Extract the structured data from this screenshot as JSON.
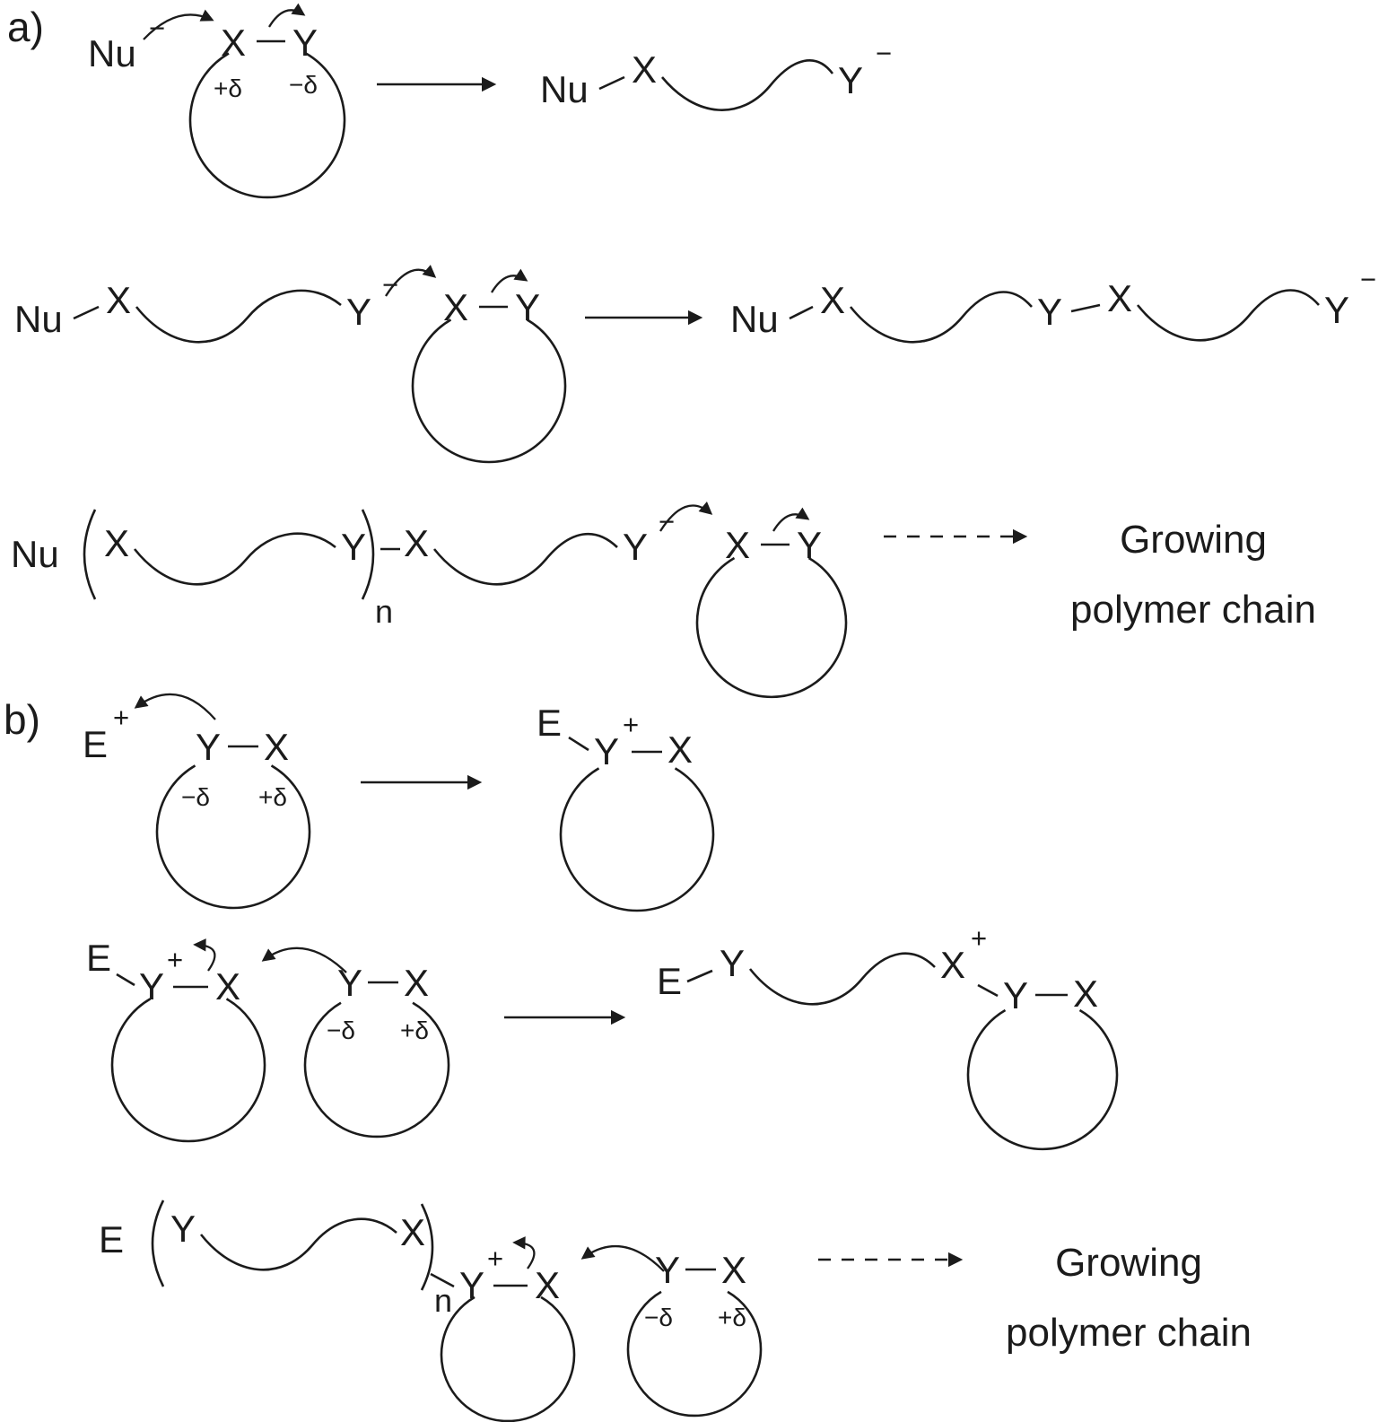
{
  "labels": {
    "section_a": "a)",
    "section_b": "b)",
    "nu": "Nu",
    "e": "E",
    "x": "X",
    "y": "Y",
    "minus": "−",
    "plus": "+",
    "plus_delta": "+δ",
    "minus_delta": "−δ",
    "n": "n",
    "growing_1": "Growing",
    "growing_2": "polymer chain"
  },
  "colors": {
    "ink": "#1b1b1b",
    "background": "#ffffff"
  }
}
